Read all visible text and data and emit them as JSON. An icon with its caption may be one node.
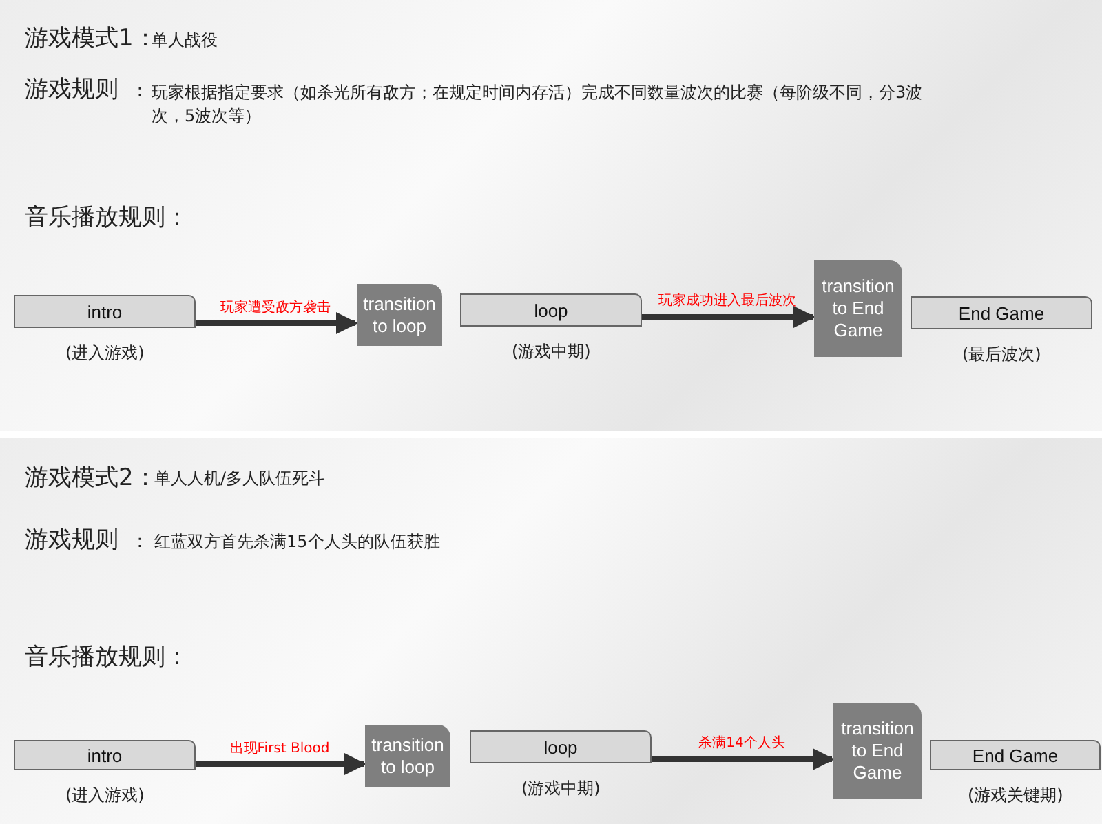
{
  "diagram": {
    "nodes": [
      {
        "text": [
          "intro"
        ],
        "beside": [
          "(进入游戏)"
        ]
      },
      {
        "text": [
          "transition to loop"
        ]
      },
      {
        "text": [
          "loop"
        ],
        "beside": [
          "(游戏中期)"
        ]
      },
      {
        "text": [
          "transition to End Game"
        ]
      },
      {
        "text": [
          "End Game"
        ],
        "beside": [
          "(最后波次)"
        ]
      },
      {
        "text": [
          "intro"
        ],
        "beside": [
          "(进入游戏)"
        ]
      },
      {
        "text": [
          "transition to loop"
        ]
      },
      {
        "text": [
          "loop"
        ],
        "beside": [
          "(游戏中期)"
        ]
      },
      {
        "text": [
          "transition to End Game"
        ]
      },
      {
        "text": [
          "End Game"
        ],
        "beside": [
          "(游戏关键期)"
        ]
      }
    ],
    "edges": [
      {
        "from": 0,
        "to": 1,
        "arrow": "to",
        "label": "玩家遭受敌方袭击"
      },
      {
        "from": 2,
        "to": 3,
        "arrow": "to",
        "label": "玩家成功进入最后波次"
      },
      {
        "from": 5,
        "to": 6,
        "arrow": "to",
        "label": "出现First Blood"
      },
      {
        "from": 7,
        "to": 8,
        "arrow": "to",
        "label": "杀满14个人头"
      }
    ],
    "labels": [
      "游戏模式1：",
      "单人战役",
      "游戏规则",
      "：",
      "玩家根据指定要求（如杀光所有敌方；在规定时间内存活）完成不同数量波次的比赛（每阶级不同，分3波次，5波次等）",
      "音乐播放规则：",
      "游戏模式2：",
      "单人人机/多人队伍死斗",
      "游戏规则",
      "：",
      "红蓝双方首先杀满15个人头的队伍获胜",
      "音乐播放规则："
    ]
  }
}
